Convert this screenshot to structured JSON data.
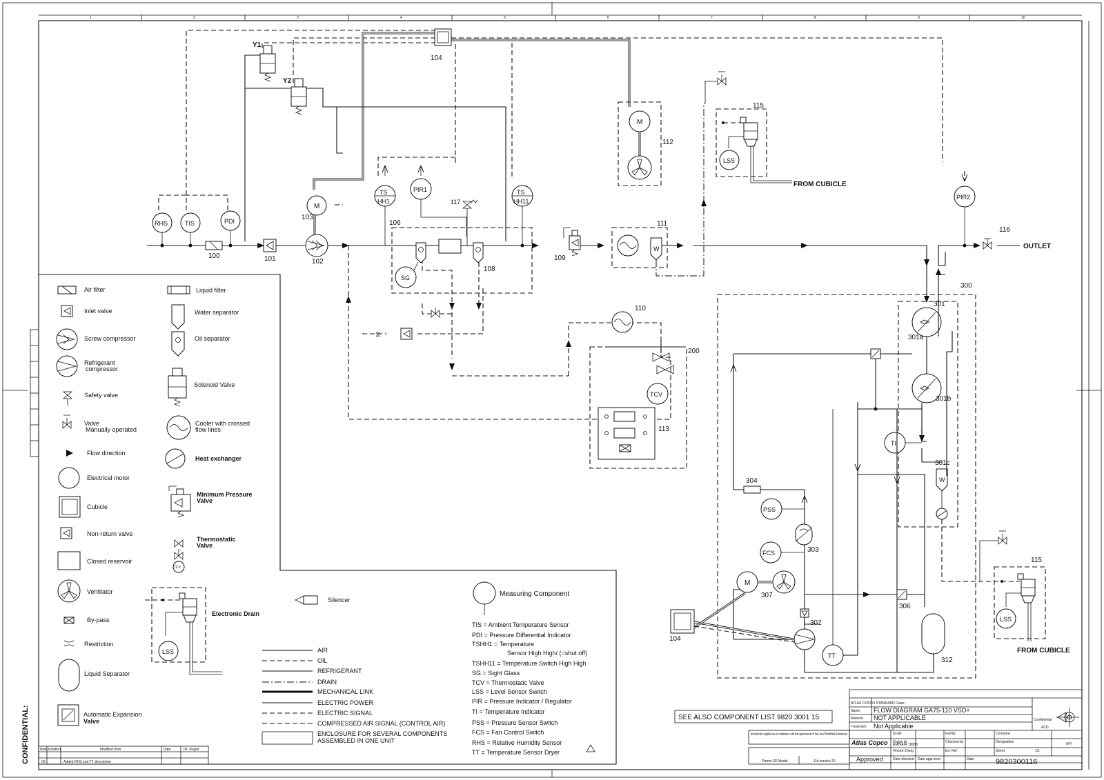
{
  "border": {
    "column_numbers": [
      "1",
      "2",
      "3",
      "4",
      "5",
      "6",
      "7",
      "8",
      "9",
      "10"
    ]
  },
  "confidential": "CONFIDENTIAL:",
  "components": {
    "y1": "Y1",
    "y2": "Y2",
    "c104": "104",
    "c104b": "104",
    "rhs": "RHS",
    "tis": "TIS",
    "pdi": "PDI",
    "c100": "100",
    "c101": "101",
    "c102": "102",
    "c103": "103",
    "m": "M",
    "ts": "TS",
    "hh1": "HH1",
    "hh11": "HH11",
    "pir1": "PIR1",
    "c117": "117",
    "c106": "106",
    "sg": "SG",
    "c108": "108",
    "c109": "109",
    "c111": "111",
    "w": "W",
    "c112": "112",
    "c115a": "115",
    "lss": "LSS",
    "from_cubicle_1": "FROM CUBICLE",
    "pir2": "PIR2",
    "c116": "116",
    "outlet": "OUTLET",
    "c110": "110",
    "c200": "200",
    "tcv": "TCV",
    "c113": "113",
    "c300": "300",
    "c301": "301",
    "c301a": "301a",
    "c301b": "301b",
    "c301c": "301c",
    "ti": "TI",
    "c304": "304",
    "pss": "PSS",
    "c303": "303",
    "fcs": "FCS",
    "c307": "307",
    "c306": "306",
    "c302": "302",
    "tt": "TT",
    "c312": "312",
    "c115b": "115",
    "from_cubicle_2": "FROM CUBICLE"
  },
  "legend_symbols": [
    "Air filter",
    "Inlet valve",
    "Screw compressor",
    "Refrigerant",
    "compressor",
    "Safety valve",
    "Valve",
    "Manually operated",
    "Flow direction",
    "Electrical motor",
    "Cubicle",
    "Non-return valve",
    "Closed reservoir",
    "Ventilator",
    "By-pass",
    "Restriction",
    "Liquid Separator",
    "Automatic Expansion",
    "Valve"
  ],
  "legend_symbols_2": [
    "Liquid filter",
    "Water separator",
    "Oil separator",
    "Solenoid Valve",
    "Cooler with crossed",
    "flow lines",
    "Heat exchanger",
    "Minimum Pressure",
    "Valve",
    "Thermostatic",
    "Valve",
    "Electronic Drain",
    "Silencer",
    "Measuring Component"
  ],
  "line_legend": [
    "AIR",
    "OIL",
    "REFRIGERANT",
    "DRAIN",
    "MECHANICAL LINK",
    "ELECTRIC POWER",
    "ELECTRIC SIGNAL",
    "COMPRESSED AIR SIGNAL (CONTROL AIR)",
    "ENCLOSURE FOR SEVERAL COMPONENTS",
    "ASSEMBLED IN ONE UNIT"
  ],
  "abbreviations": [
    "TIS   = Ambient Temperature Sensor",
    "PDI   = Pressure Differential Indicator",
    "TSHH1 = Temperature",
    "Sensor High High/ (=shut off)",
    "TSHH11 = Temperature Switch High High",
    "SG = Sight Glass",
    "TCV = Thermostatic Valve",
    "LSS = Level Sensor Switch",
    "PIR = Pressure Indicator / Regulator",
    "TI = Temperature Indicator",
    "PSS = Pressure Sensor Switch",
    "FCS = Fan Control Switch",
    "RHS = Relative Humidity Sensor",
    "TT = Temperature Sensor Dryer"
  ],
  "see_also": "SEE ALSO COMPONENT LIST 9820 3001 15",
  "revision": {
    "headers": [
      "Note",
      "Position",
      "Modified from",
      "Date",
      "Int. Regist"
    ],
    "row": [
      "00",
      "",
      "Added RHS and TT description",
      "",
      ""
    ]
  },
  "title_block": {
    "company_line": "ATLAS COPCO STANDARD Class",
    "name_label": "Name",
    "name_value": "FLOW DIAGRAM  GA75-110 VSD+",
    "material_label": "Material",
    "material_value": "NOT APPLICABLE",
    "treatment_label": "Treatment",
    "treatment_value": "Not Applicable",
    "confidentiality_value": "Confidential",
    "dept_value": "ACD",
    "drawing_owner_value": "API",
    "brand": "Atlas Copco",
    "designation_value": "EMB/AIR 18068",
    "approved": "Approved",
    "drawing_number": "9820300116",
    "compliance_note": "All materials supplied are in compliance with the requirements of the List of Prohibited Substances",
    "model_label": "Parent 3D Model",
    "edition_label": "Ed.version 20",
    "labels_top": [
      "Scale",
      "Family",
      "Company"
    ],
    "labels_mid": [
      "Drawn by",
      "Checked by",
      "Designation"
    ],
    "labels_bot": [
      "Version Drwg",
      "Ed. Ref.",
      "Sheet"
    ],
    "labels_last": [
      "Date checked",
      "Date approved",
      "Date"
    ],
    "sheet_value": "1/1"
  }
}
